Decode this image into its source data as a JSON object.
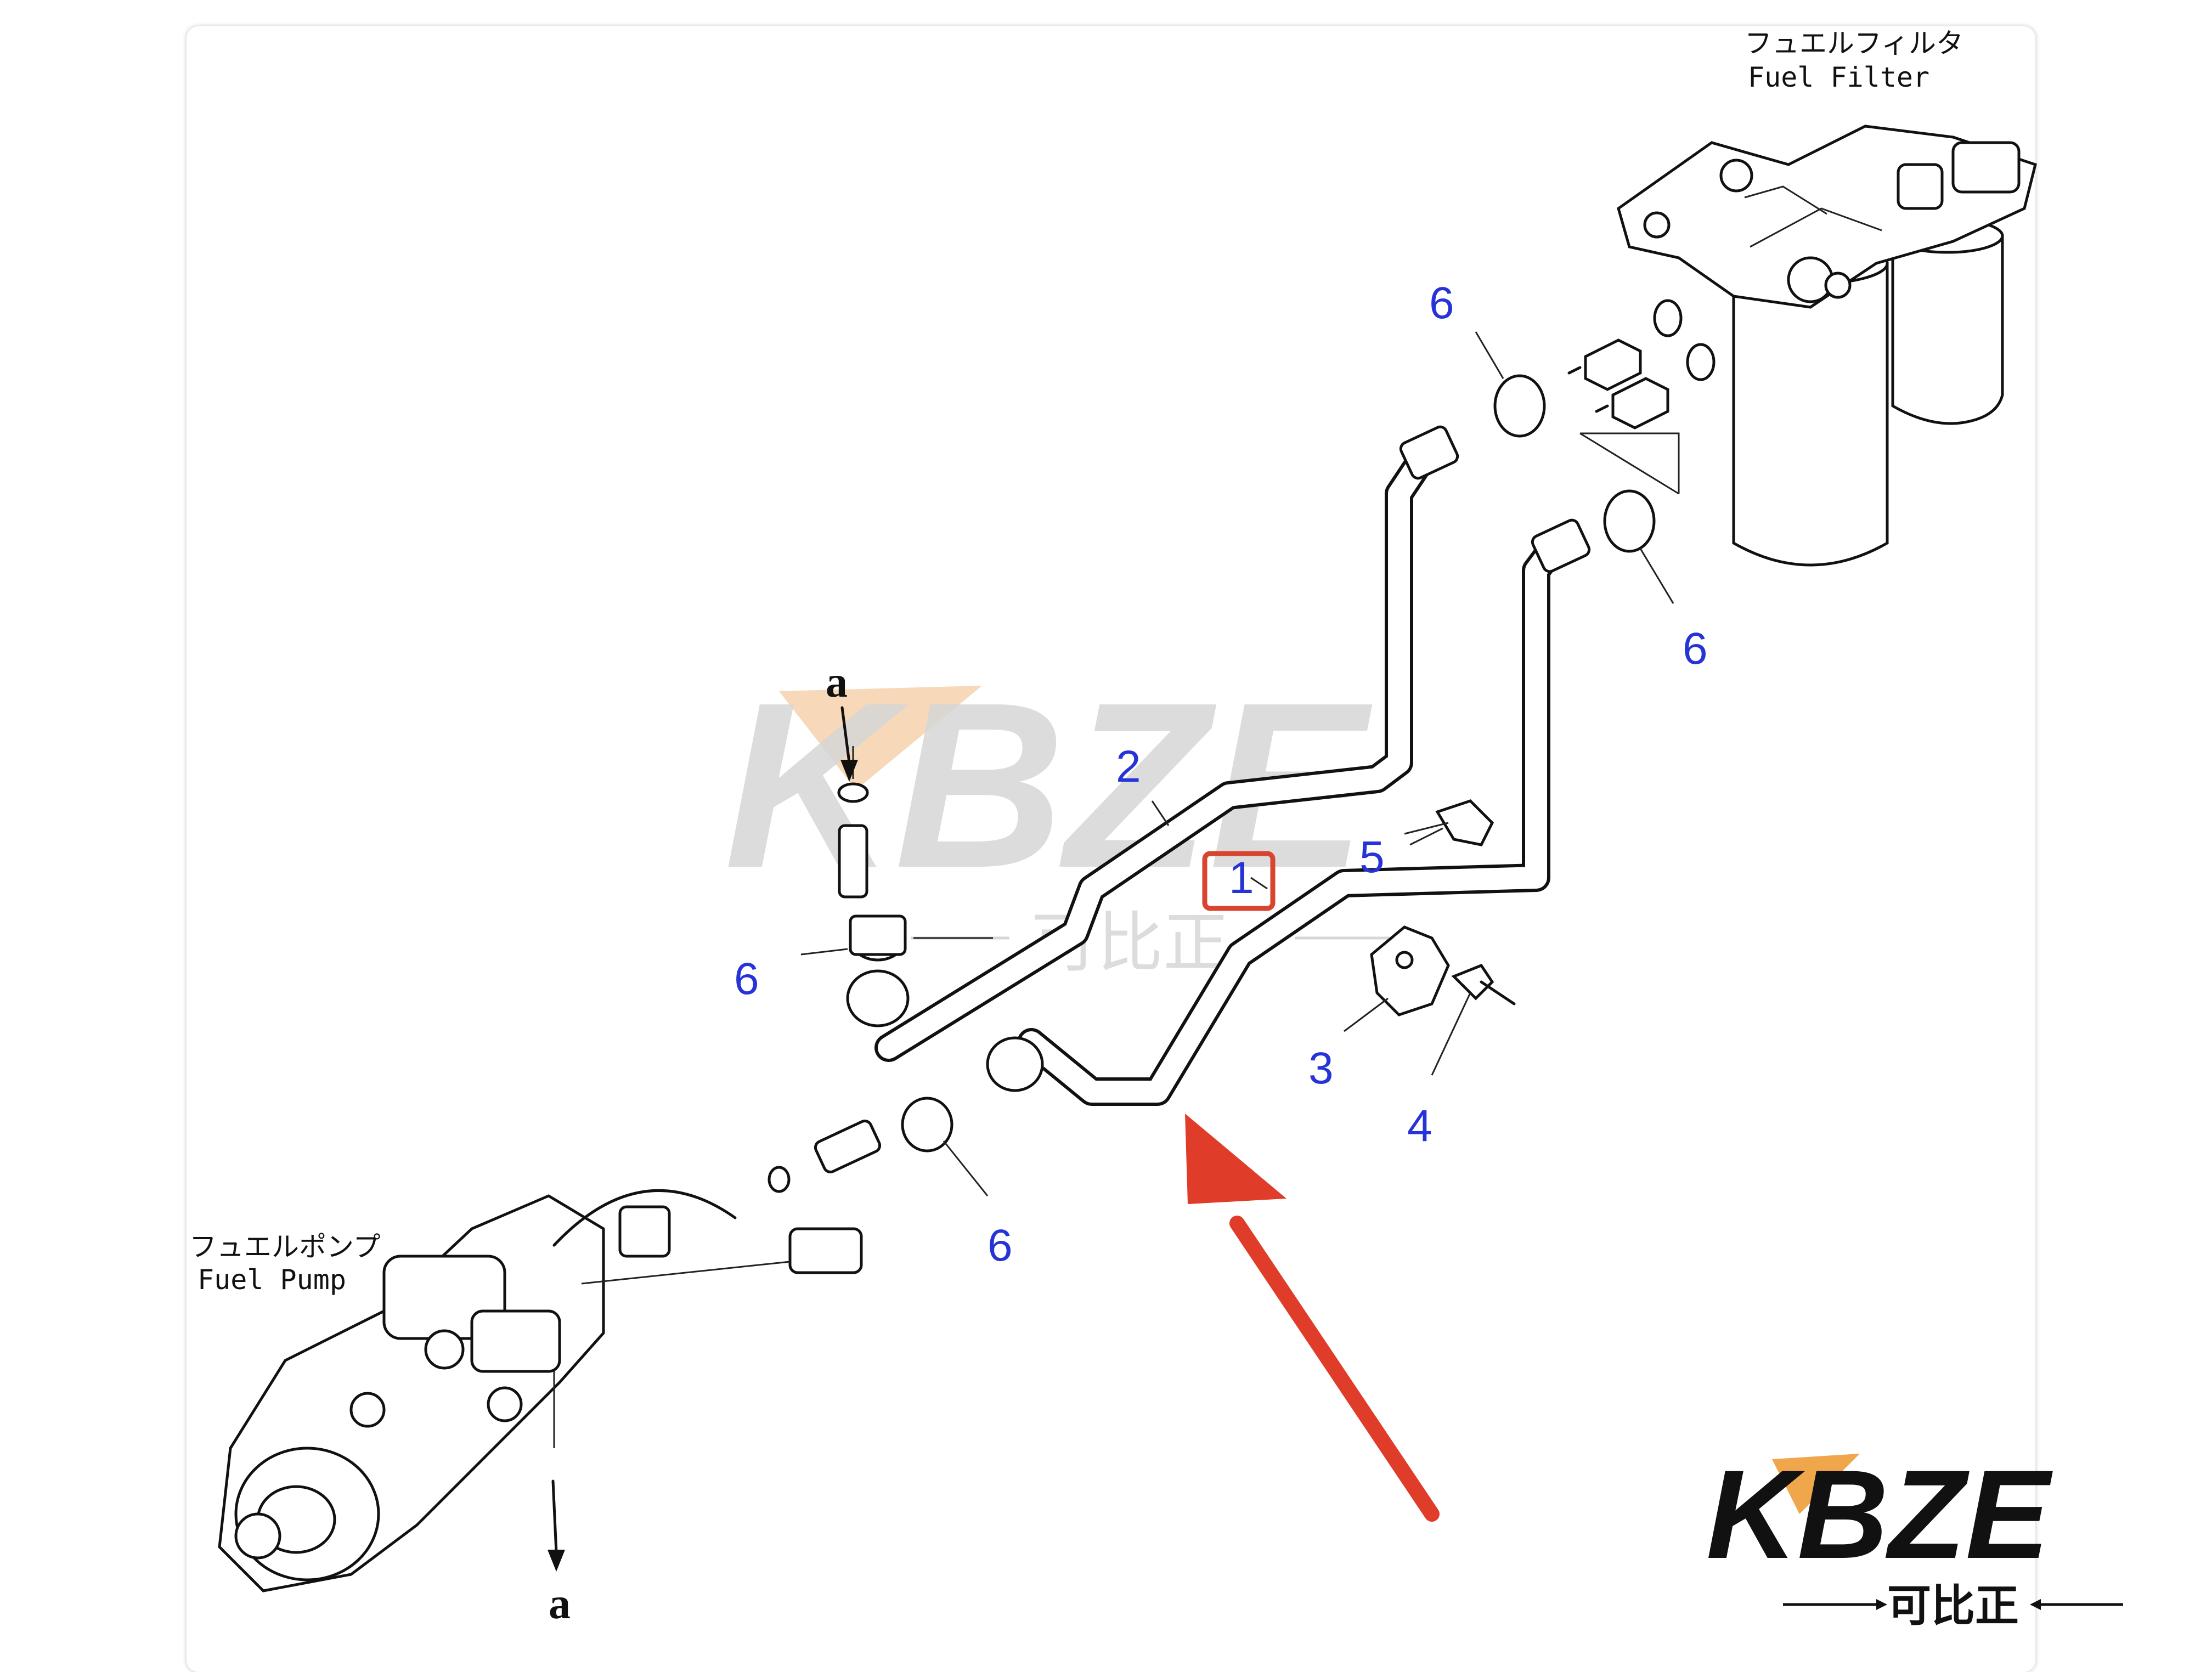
{
  "labels": {
    "fuel_filter_jp": "フュエルフィルタ",
    "fuel_filter_en": "Fuel Filter",
    "fuel_pump_jp": "フュエルポンプ",
    "fuel_pump_en": "Fuel Pump",
    "connector_top": "a",
    "connector_bottom": "a"
  },
  "callouts": {
    "part_1": "1",
    "part_2": "2",
    "part_3": "3",
    "part_4": "4",
    "part_5": "5",
    "part_6_top": "6",
    "part_6_right": "6",
    "part_6_left": "6",
    "part_6_bottom": "6"
  },
  "highlight": {
    "part": "1",
    "color": "#d9442f"
  },
  "arrow_color": "#e03c2a",
  "callout_color": "#2633d6",
  "watermark": {
    "brand": "KBZE",
    "chinese": "可比正"
  },
  "logo": {
    "brand": "KBZE",
    "chinese": "可比正",
    "accent": "#f0a64a"
  }
}
